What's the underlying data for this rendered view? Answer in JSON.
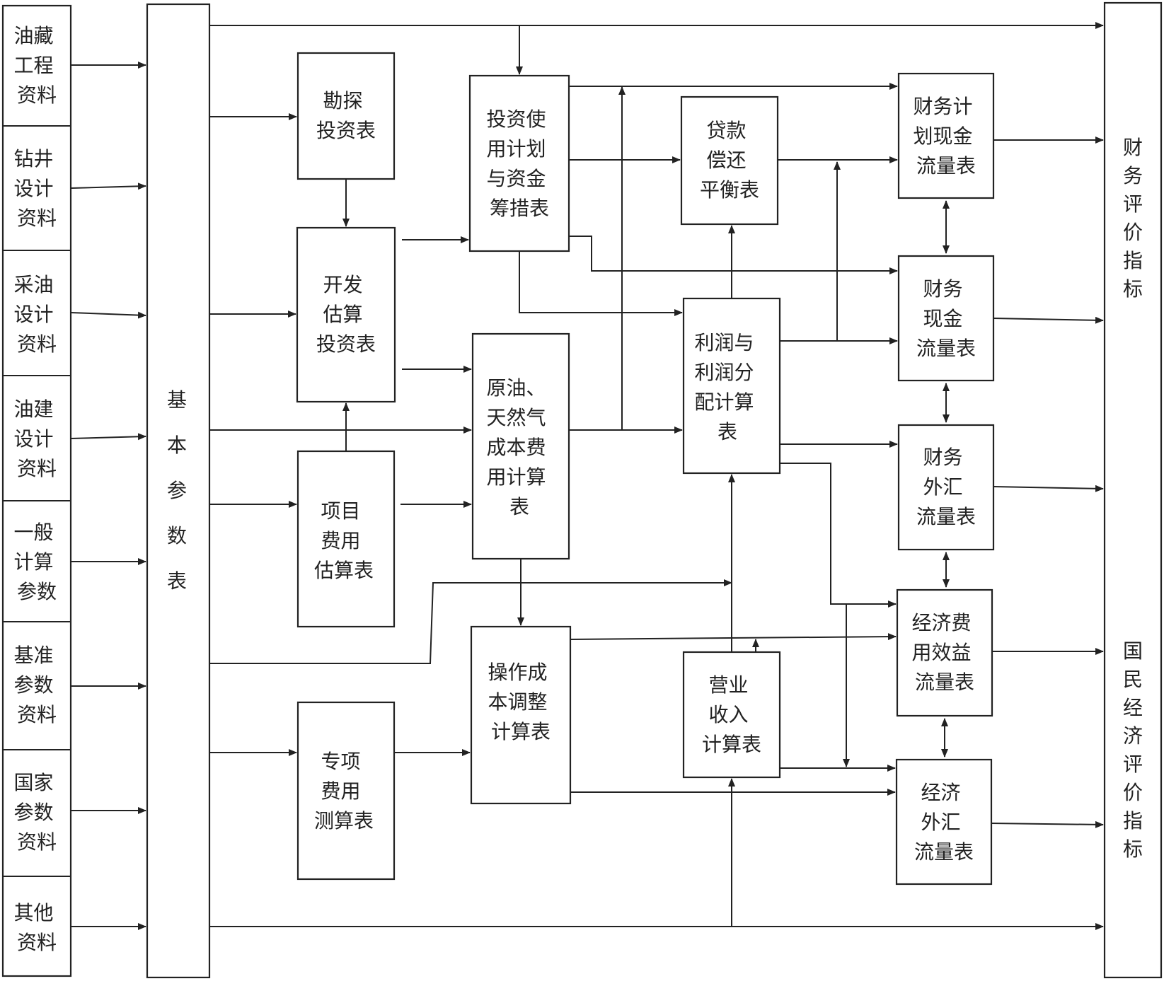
{
  "sources": [
    {
      "id": "reservoir",
      "lines": [
        "油藏",
        "工程",
        "资料"
      ]
    },
    {
      "id": "drilling",
      "lines": [
        "钻井",
        "设计",
        "资料"
      ]
    },
    {
      "id": "production",
      "lines": [
        "采油",
        "设计",
        "资料"
      ]
    },
    {
      "id": "construction",
      "lines": [
        "油建",
        "设计",
        "资料"
      ]
    },
    {
      "id": "general",
      "lines": [
        "一般",
        "计算",
        "参数"
      ]
    },
    {
      "id": "benchmark",
      "lines": [
        "基准",
        "参数",
        "资料"
      ]
    },
    {
      "id": "national",
      "lines": [
        "国家",
        "参数",
        "资料"
      ]
    },
    {
      "id": "other",
      "lines": [
        "其他",
        "资料"
      ]
    }
  ],
  "param_table": {
    "label": "基本参数表"
  },
  "tables": {
    "exploration": {
      "lines": [
        "勘探",
        "投资表"
      ]
    },
    "dev_invest": {
      "lines": [
        "开发",
        "估算",
        "投资表"
      ]
    },
    "project_cost": {
      "lines": [
        "项目",
        "费用",
        "估算表"
      ]
    },
    "special_cost": {
      "lines": [
        "专项",
        "费用",
        "测算表"
      ]
    },
    "invest_plan": {
      "lines": [
        "投资使",
        "用计划",
        "与资金",
        "筹措表"
      ]
    },
    "oil_gas_cost": {
      "lines": [
        "原油、",
        "天然气",
        "成本费",
        "用计算",
        "表"
      ]
    },
    "operating_cost": {
      "lines": [
        "操作成",
        "本调整",
        "计算表"
      ]
    },
    "loan": {
      "lines": [
        "贷款",
        "偿还",
        "平衡表"
      ]
    },
    "profit": {
      "lines": [
        "利润与",
        "利润分",
        "配计算",
        "表"
      ]
    },
    "revenue": {
      "lines": [
        "营业",
        "收入",
        "计算表"
      ]
    },
    "fin_plan_cash": {
      "lines": [
        "财务计",
        "划现金",
        "流量表"
      ]
    },
    "fin_cash": {
      "lines": [
        "财务",
        "现金",
        "流量表"
      ]
    },
    "fin_fx": {
      "lines": [
        "财务",
        "外汇",
        "流量表"
      ]
    },
    "econ_cost_benefit": {
      "lines": [
        "经济费",
        "用效益",
        "流量表"
      ]
    },
    "econ_fx": {
      "lines": [
        "经济",
        "外汇",
        "流量表"
      ]
    }
  },
  "outputs": {
    "financial": {
      "label": "财务评价指标"
    },
    "national": {
      "label": "国民经济评价指标"
    }
  }
}
